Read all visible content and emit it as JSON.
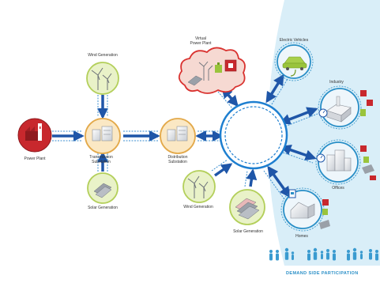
{
  "colors": {
    "arrow": "#1f56a8",
    "dash": "#3c8fd0",
    "hub": "#1e7fd0",
    "demand_bg": "#d9eef8",
    "generation_circle": "#e9f2c8",
    "generation_ring": "#b3cf5a",
    "substation_circle": "#fbe8c4",
    "substation_ring": "#e3a94a",
    "power_plant_red": "#c8282d",
    "virtual_cloud": "#f6d9d2",
    "virtual_cloud_border": "#d9322f",
    "demand_circle": "#eef6fb",
    "demand_ring": "#2a8fc7"
  },
  "nodes": {
    "power_plant": {
      "label": "Power Plant",
      "icon": "factory-icon"
    },
    "wind_top": {
      "label": "Wind Generation",
      "icon": "wind-turbine-icon"
    },
    "transmission": {
      "label": "Transmission\nSubstation",
      "icon": "substation-icon"
    },
    "solar_left": {
      "label": "Solar Generation",
      "icon": "solar-panel-icon"
    },
    "distribution": {
      "label": "Distribution\nSubstation",
      "icon": "substation-icon"
    },
    "virtual_plant": {
      "label": "Virtual\nPower Plant",
      "icon": "cloud-icon"
    },
    "wind_bottom": {
      "label": "Wind Generation",
      "icon": "wind-turbine-icon"
    },
    "solar_bottom": {
      "label": "Solar Generation",
      "icon": "solar-panel-icon"
    },
    "electric_vehicles": {
      "label": "Electric Vehicles",
      "icon": "car-charging-icon"
    },
    "industry": {
      "label": "Industry",
      "icon": "industry-icon"
    },
    "offices": {
      "label": "Offices",
      "icon": "office-building-icon"
    },
    "homes": {
      "label": "Homes",
      "icon": "house-icon"
    }
  },
  "demand_side": {
    "label": "Demand Side Participation"
  }
}
